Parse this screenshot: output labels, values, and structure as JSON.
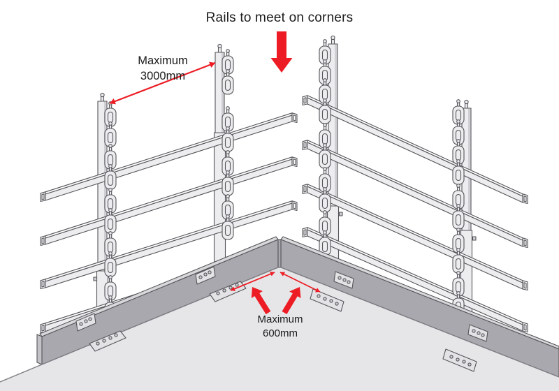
{
  "diagram": {
    "title": "Rails to meet on corners",
    "post_spacing_label": {
      "line1": "Maximum",
      "line2": "3000mm"
    },
    "corner_distance_label": {
      "line1": "Maximum",
      "line2": "600mm"
    }
  },
  "components": [
    "guardrail posts",
    "horizontal rails",
    "rail clamp stirrups",
    "fascia boards",
    "roof surface",
    "fixing plates"
  ],
  "icons": {
    "down_arrow_icon": "solid red arrow pointing down at corner",
    "span_arrow_3000_icon": "red double-headed arrow between post tops",
    "corner_distance_arrow_left_icon": "red double-headed arrow corner to left bracket",
    "corner_distance_arrow_right_icon": "red double-headed arrow corner to right bracket",
    "corner_pointer_left_icon": "solid red arrow pointing up-left at corner",
    "corner_pointer_right_icon": "solid red arrow pointing up-right at corner"
  },
  "colors": {
    "accent-red": "#ed1c24",
    "ink": "#1a1a1a",
    "outline": "#55555a",
    "metal": "#ededef",
    "metal-light": "#fafafb",
    "metal-dark": "#cfcfd4",
    "fascia": "#a8a8ae",
    "fascia-top": "#d8d8db",
    "fascia-end": "#c2c2c7",
    "roof": "#e6e6e8",
    "plate": "#e3e3e6"
  }
}
